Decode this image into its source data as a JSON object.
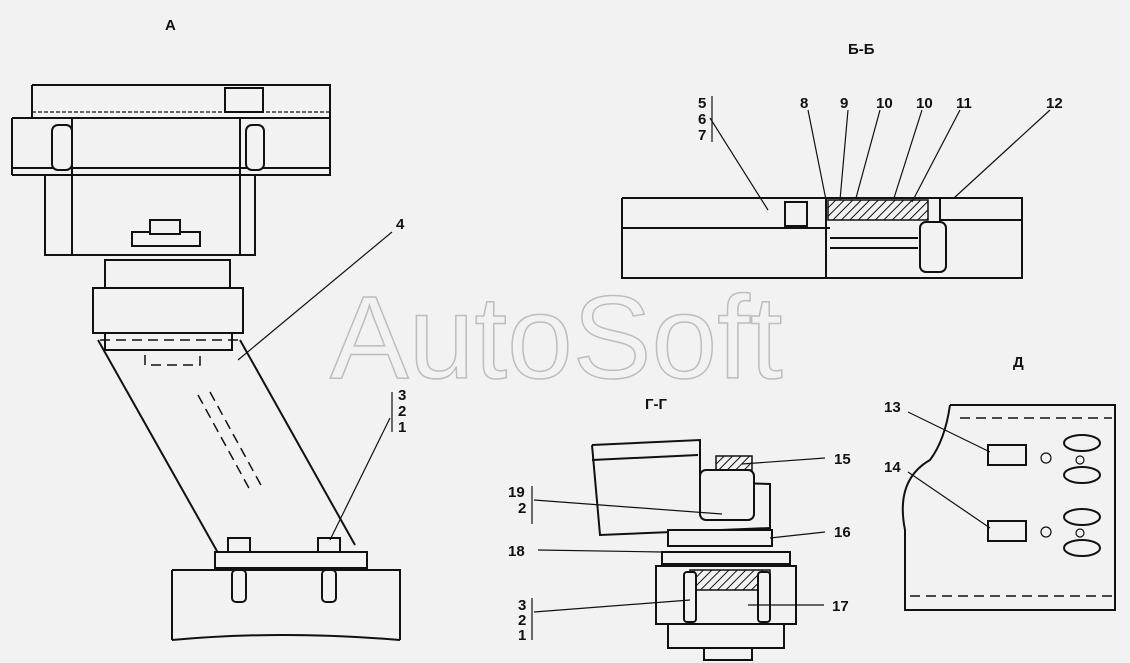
{
  "views": {
    "a": "А",
    "bb": "Б-Б",
    "gg": "Г-Г",
    "d": "Д"
  },
  "watermark": "AutoSoft",
  "callouts": {
    "c1": "1",
    "c2": "2",
    "c3": "3",
    "c4": "4",
    "c5": "5",
    "c6": "6",
    "c7": "7",
    "c8": "8",
    "c9": "9",
    "c10a": "10",
    "c10b": "10",
    "c11": "11",
    "c12": "12",
    "c13": "13",
    "c14": "14",
    "c15": "15",
    "c16": "16",
    "c17": "17",
    "c18": "18",
    "c19": "19",
    "gg_c2a": "2",
    "gg_c3": "3",
    "gg_c2b": "2",
    "gg_c1": "1"
  }
}
